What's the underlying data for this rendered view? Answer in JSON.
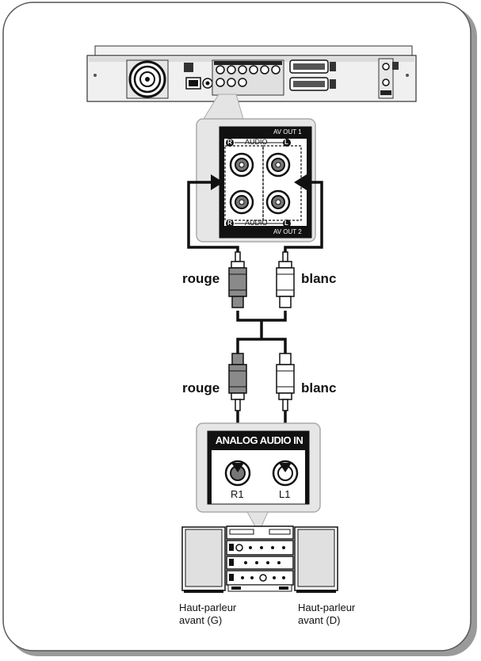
{
  "labels": {
    "av_out_1": "AV OUT 1",
    "av_out_2": "AV OUT 2",
    "audio_top": "AUDIO",
    "audio_bottom": "AUDIO",
    "r_top": "R",
    "l_top": "L",
    "r_bottom": "R",
    "l_bottom": "L",
    "cable_top_left": "rouge",
    "cable_top_right": "blanc",
    "cable_bottom_left": "rouge",
    "cable_bottom_right": "blanc",
    "analog_audio_in": "ANALOG AUDIO IN",
    "jack_r": "R1",
    "jack_l": "L1",
    "speaker_left_line1": "Haut-parleur",
    "speaker_left_line2": "avant (G)",
    "speaker_right_line1": "Haut-parleur",
    "speaker_right_line2": "avant (D)"
  }
}
